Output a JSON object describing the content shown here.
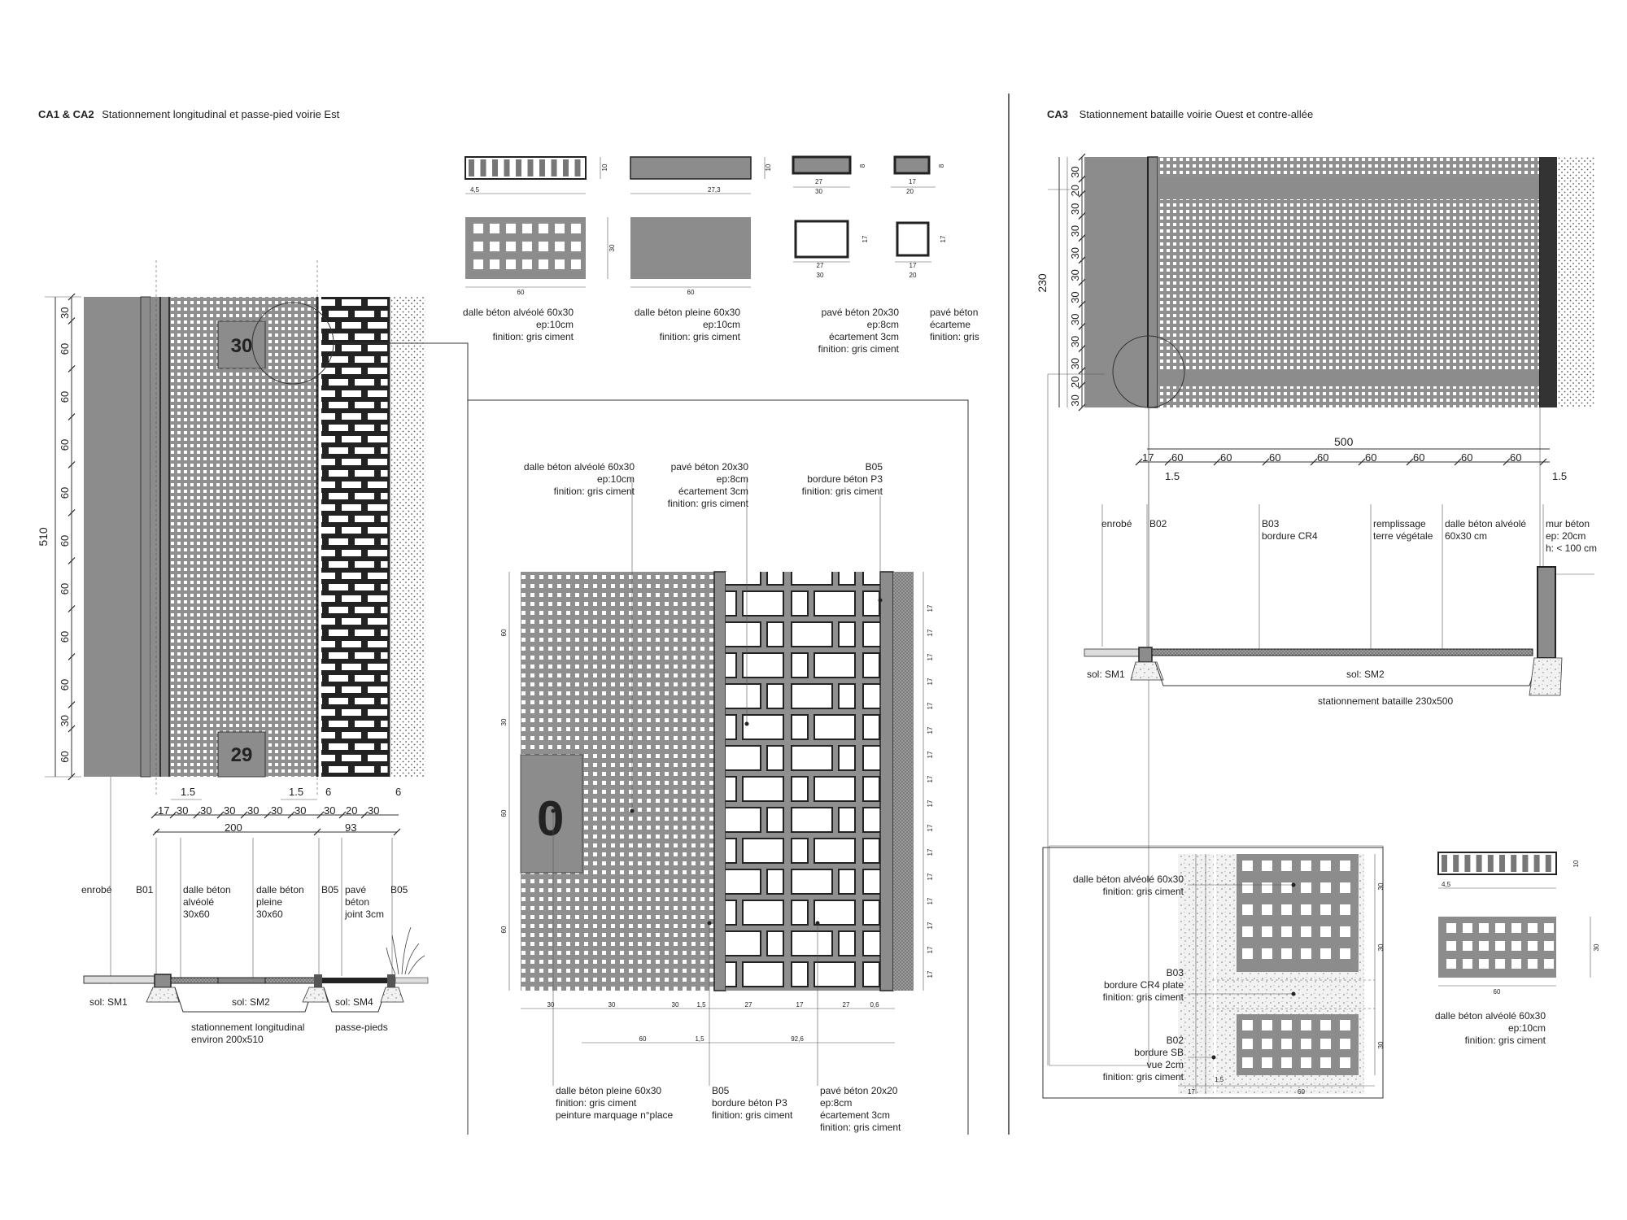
{
  "left_title": {
    "code": "CA1 & CA2",
    "text": "Stationnement longitudinal et passe-pied voirie Est"
  },
  "right_title": {
    "code": "CA3",
    "text": "Stationnement bataille voirie Ouest et contre-allée"
  },
  "ca1": {
    "place_numbers": [
      "30",
      "29"
    ],
    "dim_total": "510",
    "dim_segments": [
      "30",
      "60",
      "60",
      "60",
      "60",
      "60",
      "60",
      "60",
      "60",
      "30",
      "60"
    ],
    "h_dims_top": [
      "17",
      "30",
      "30",
      "30",
      "30",
      "30",
      "30",
      "30",
      "20",
      "30"
    ],
    "h_dim_15a": "1.5",
    "h_dim_15b": "1.5",
    "h_dim_6a": "6",
    "h_dim_6b": "6",
    "dim_200": "200",
    "dim_93": "93",
    "labels": {
      "enrobe": "enrobé",
      "bo1": "B01",
      "dalle_alv": [
        "dalle béton",
        "alvéolé",
        "30x60"
      ],
      "dalle_pleine": [
        "dalle béton",
        "pleine",
        "30x60"
      ],
      "bo5a": "B05",
      "pave": [
        "pavé",
        "béton",
        "joint 3cm"
      ],
      "bo5b": "B05",
      "sm1": "sol: SM1",
      "sm2": "sol: SM2",
      "sm4": "sol: SM4",
      "stat": [
        "stationnement longitudinal",
        "environ 200x510"
      ],
      "passe": "passe-pieds"
    }
  },
  "samples": [
    {
      "lines": [
        "dalle béton alvéolé 60x30",
        "ep:10cm",
        "finition: gris ciment"
      ]
    },
    {
      "lines": [
        "dalle béton pleine 60x30",
        "ep:10cm",
        "finition: gris ciment"
      ]
    },
    {
      "lines": [
        "pavé béton 20x30",
        "ep:8cm",
        "écartement 3cm",
        "finition: gris ciment"
      ]
    },
    {
      "lines": [
        "pavé béton",
        "écarteme",
        "finition: gris"
      ]
    }
  ],
  "sample_dims": {
    "a_thick": "10",
    "a_w": "60",
    "a_h": "30",
    "b_thick": "10",
    "b_w": "60",
    "b_seg": "27,3",
    "c_thick": "8",
    "c_w1": "27",
    "c_w2": "30",
    "c_h": "17",
    "d_thick": "8",
    "d_w1": "17",
    "d_w2": "20",
    "d_h": "17",
    "small": "4,5"
  },
  "detail": {
    "top_labels": [
      {
        "lines": [
          "dalle béton alvéolé 60x30",
          "ep:10cm",
          "finition: gris ciment"
        ]
      },
      {
        "lines": [
          "pavé béton 20x30",
          "ep:8cm",
          "écartement 3cm",
          "finition: gris ciment"
        ]
      },
      {
        "lines": [
          "B05",
          "bordure béton P3",
          "finition: gris ciment"
        ]
      }
    ],
    "bottom_labels": [
      {
        "lines": [
          "dalle béton pleine 60x30",
          "finition: gris ciment",
          "peinture marquage n°place"
        ]
      },
      {
        "lines": [
          "B05",
          "bordure béton P3",
          "finition: gris ciment"
        ]
      },
      {
        "lines": [
          "pavé béton 20x20",
          "ep:8cm",
          "écartement 3cm",
          "finition: gris ciment"
        ]
      }
    ],
    "place_number": "0",
    "bottom_dims": [
      "30",
      "30",
      "30",
      "1,5",
      "27",
      "17",
      "27",
      "0,6"
    ],
    "bottom_dims2": [
      "60",
      "1,5",
      "92,6"
    ],
    "left_dims": [
      "60",
      "30",
      "60",
      "60"
    ],
    "right_dim": "17"
  },
  "ca3": {
    "dim_230": "230",
    "v_segments": [
      "30",
      "20",
      "30",
      "30",
      "30",
      "30",
      "30",
      "30",
      "30",
      "30",
      "20",
      "30"
    ],
    "dim_500": "500",
    "h_segments": [
      "17",
      "60",
      "60",
      "60",
      "60",
      "60",
      "60",
      "60",
      "60"
    ],
    "h_15a": "1.5",
    "h_15b": "1.5",
    "labels": {
      "enrobe": "enrobé",
      "bo2": "B02",
      "bo3": [
        "B03",
        "bordure CR4"
      ],
      "remp": [
        "remplissage",
        "terre végétale"
      ],
      "dalle": [
        "dalle béton alvéolé",
        "60x30 cm"
      ],
      "mur": [
        "mur béton",
        "ep: 20cm",
        "h: < 100 cm"
      ],
      "sm1": "sol: SM1",
      "sm2": "sol: SM2",
      "stat": "stationnement bataille 230x500"
    },
    "detail_labels": [
      {
        "lines": [
          "dalle béton alvéolé 60x30",
          "finition: gris ciment"
        ]
      },
      {
        "lines": [
          "B03",
          "bordure CR4 plate",
          "finition: gris ciment"
        ]
      },
      {
        "lines": [
          "B02",
          "bordure SB",
          "vue 2cm",
          "finition: gris ciment"
        ]
      }
    ],
    "detail_dims": [
      "17",
      "1,5",
      "60",
      "30",
      "30",
      "30"
    ],
    "sample_lines": [
      "dalle béton alvéolé 60x30",
      "ep:10cm",
      "finition: gris ciment"
    ],
    "sample_dims": {
      "thick": "10",
      "w": "60",
      "h": "30"
    }
  }
}
